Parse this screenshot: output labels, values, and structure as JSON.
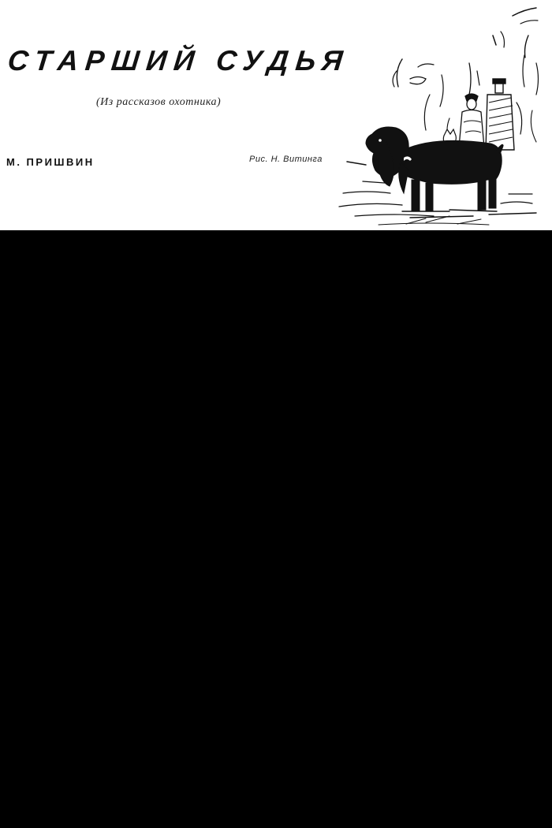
{
  "header": {
    "title": "СТАРШИЙ СУДЬЯ",
    "subtitle": "(Из рассказов охотника)",
    "author": "М. ПРИШВИН",
    "illustrator_credit": "Рис. Н. Витинга"
  },
  "illustration": {
    "subject": "hunting-dog-with-hunters-sketch"
  },
  "colors": {
    "paper": "#ffffff",
    "ink": "#111111",
    "background": "#000000"
  }
}
